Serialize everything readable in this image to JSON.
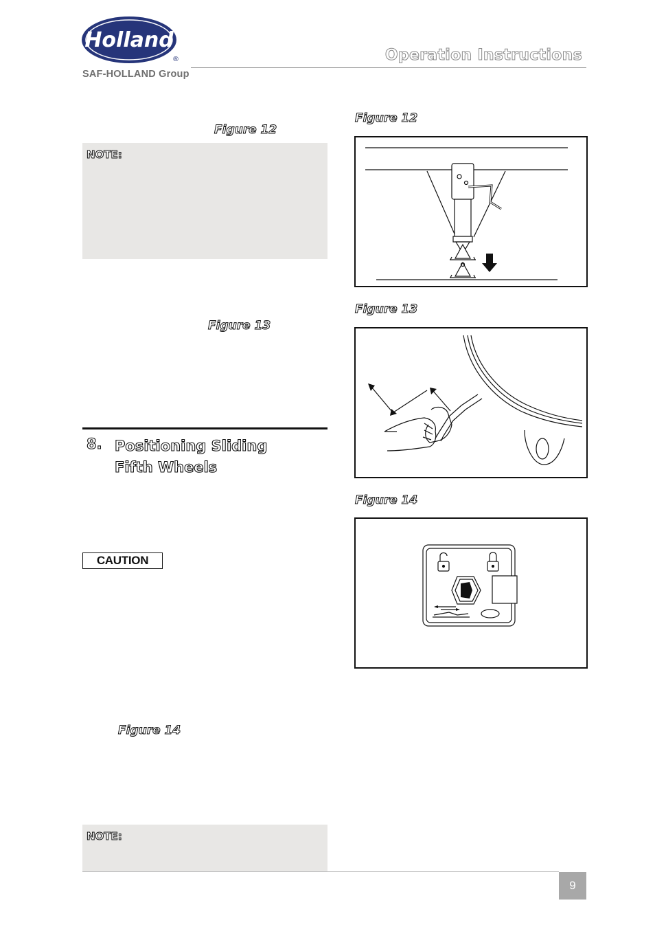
{
  "header": {
    "logo_text": "Holland",
    "group_text": "SAF-HOLLAND Group",
    "title": "Operation Instructions"
  },
  "left_column": {
    "fig12_ref": "Figure 12",
    "note1_label": "NOTE:",
    "fig13_ref": "Figure 13",
    "section_number": "8.",
    "section_title_line1": "Positioning Sliding",
    "section_title_line2": "Fifth Wheels",
    "caution_label": "CAUTION",
    "fig14_ref": "Figure 14",
    "note2_label": "NOTE:"
  },
  "right_column": {
    "figures": [
      {
        "caption": "Figure 12",
        "illustration": "landing-gear-crank-lowering"
      },
      {
        "caption": "Figure 13",
        "illustration": "hand-turning-crank-handle"
      },
      {
        "caption": "Figure 14",
        "illustration": "slider-lock-control-plate"
      }
    ]
  },
  "footer": {
    "page_number": "9"
  },
  "colors": {
    "logo_blue": "#26357a",
    "note_bg": "#e8e7e5",
    "page_box": "#a8a8a8"
  }
}
